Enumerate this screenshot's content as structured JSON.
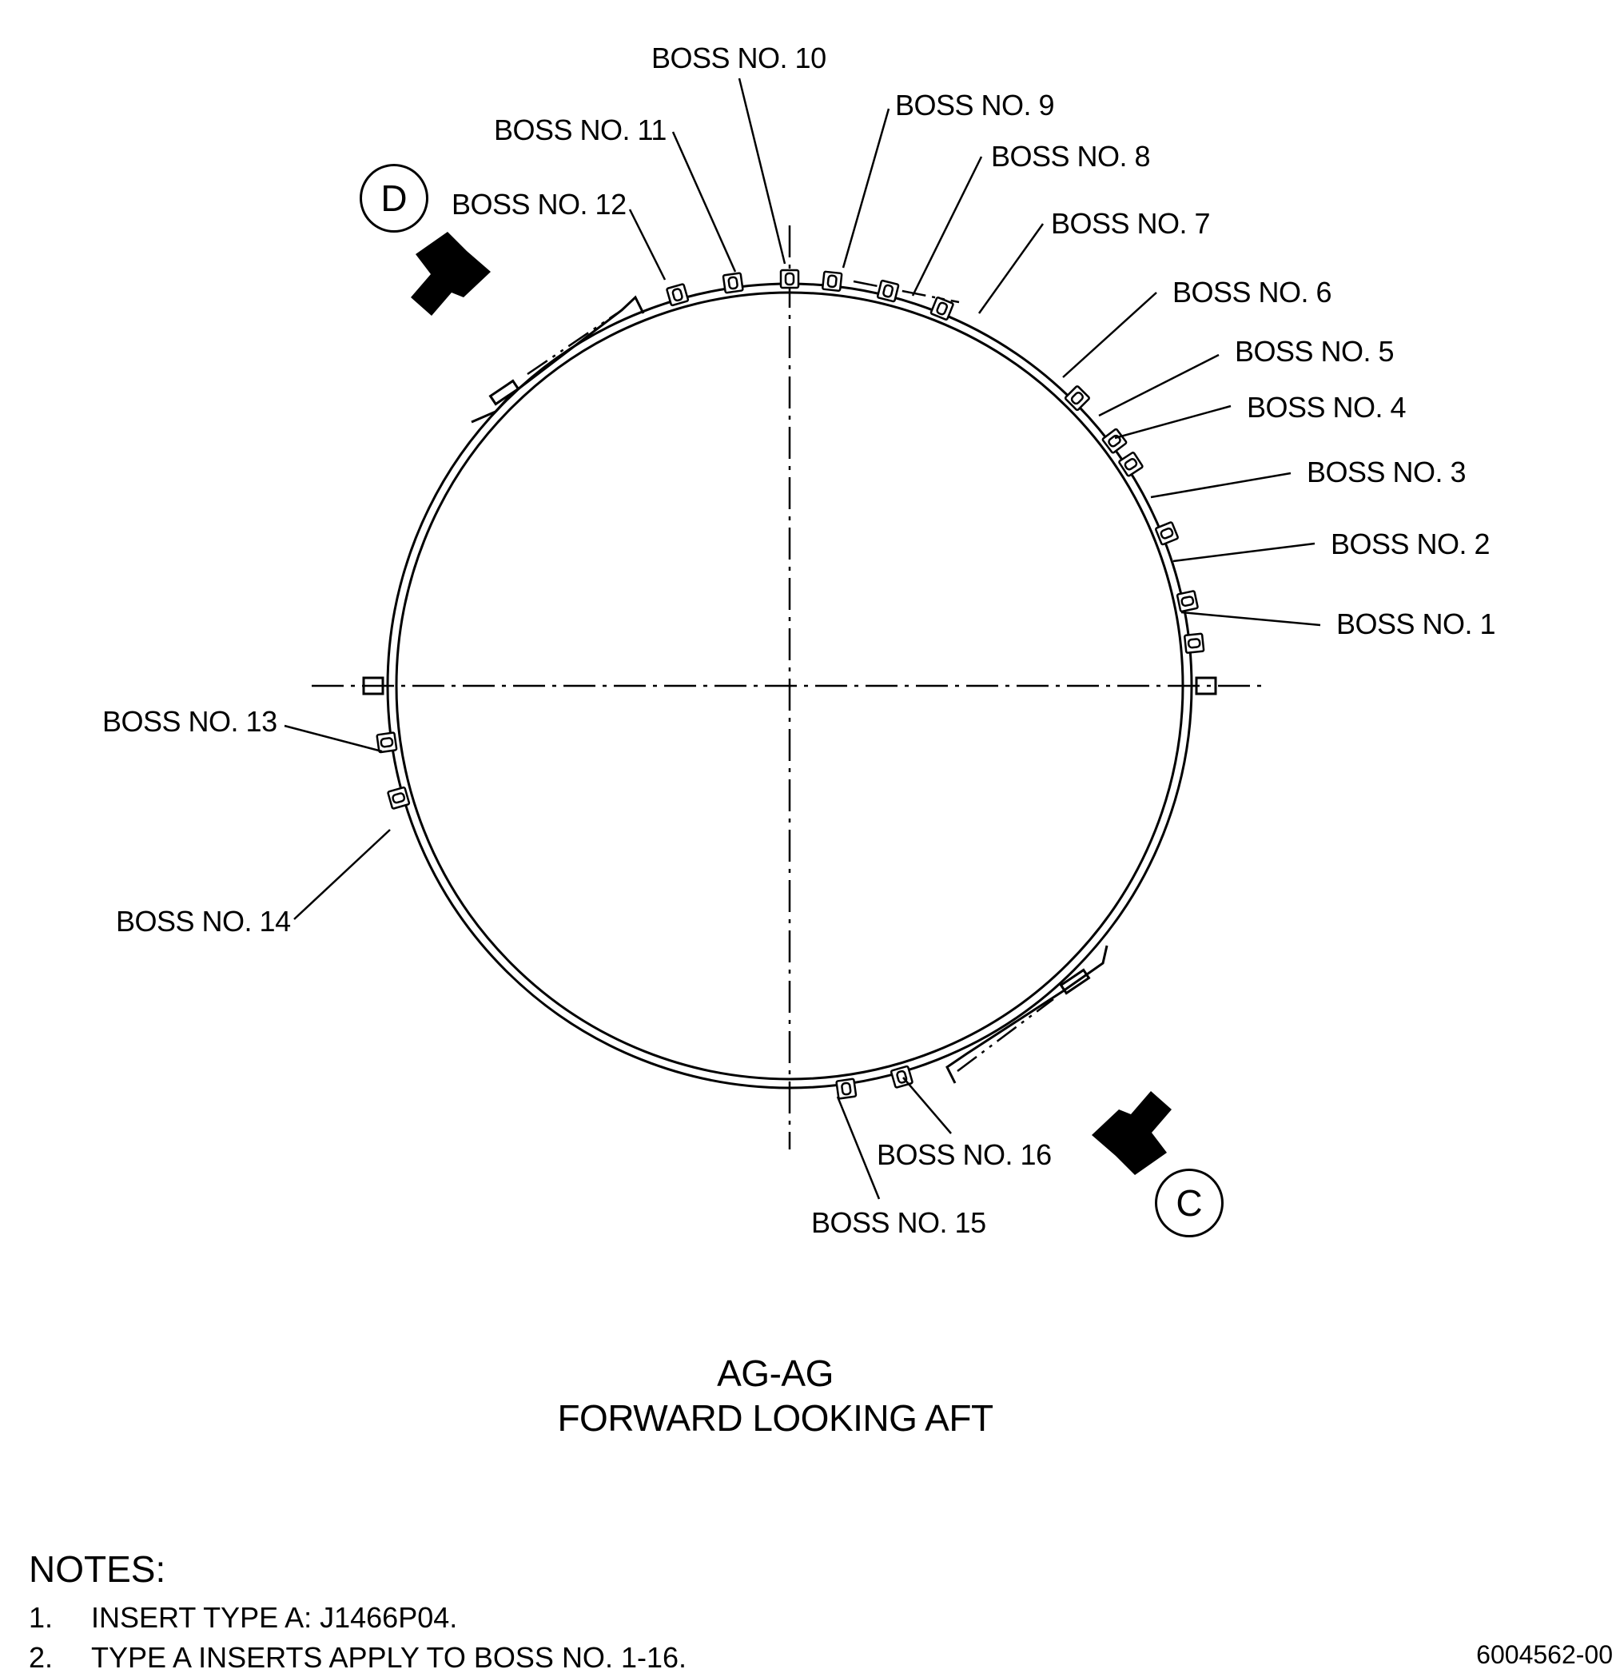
{
  "boss_labels": [
    {
      "id": "1",
      "text": "BOSS NO. 1"
    },
    {
      "id": "2",
      "text": "BOSS NO. 2"
    },
    {
      "id": "3",
      "text": "BOSS NO. 3"
    },
    {
      "id": "4",
      "text": "BOSS NO. 4"
    },
    {
      "id": "5",
      "text": "BOSS NO. 5"
    },
    {
      "id": "6",
      "text": "BOSS NO. 6"
    },
    {
      "id": "7",
      "text": "BOSS NO. 7"
    },
    {
      "id": "8",
      "text": "BOSS NO. 8"
    },
    {
      "id": "9",
      "text": "BOSS NO. 9"
    },
    {
      "id": "10",
      "text": "BOSS NO. 10"
    },
    {
      "id": "11",
      "text": "BOSS NO. 11"
    },
    {
      "id": "12",
      "text": "BOSS NO. 12"
    },
    {
      "id": "13",
      "text": "BOSS NO. 13"
    },
    {
      "id": "14",
      "text": "BOSS NO. 14"
    },
    {
      "id": "15",
      "text": "BOSS NO. 15"
    },
    {
      "id": "16",
      "text": "BOSS NO. 16"
    }
  ],
  "view_markers": {
    "d": "D",
    "c": "C"
  },
  "section": {
    "id": "AG-AG",
    "caption": "FORWARD LOOKING AFT"
  },
  "notes": {
    "heading": "NOTES:",
    "items": [
      {
        "num": "1.",
        "text": "INSERT TYPE A: J1466P04."
      },
      {
        "num": "2.",
        "text": "TYPE A INSERTS APPLY TO BOSS NO. 1-16."
      }
    ]
  },
  "drawing_number": "6004562-00"
}
